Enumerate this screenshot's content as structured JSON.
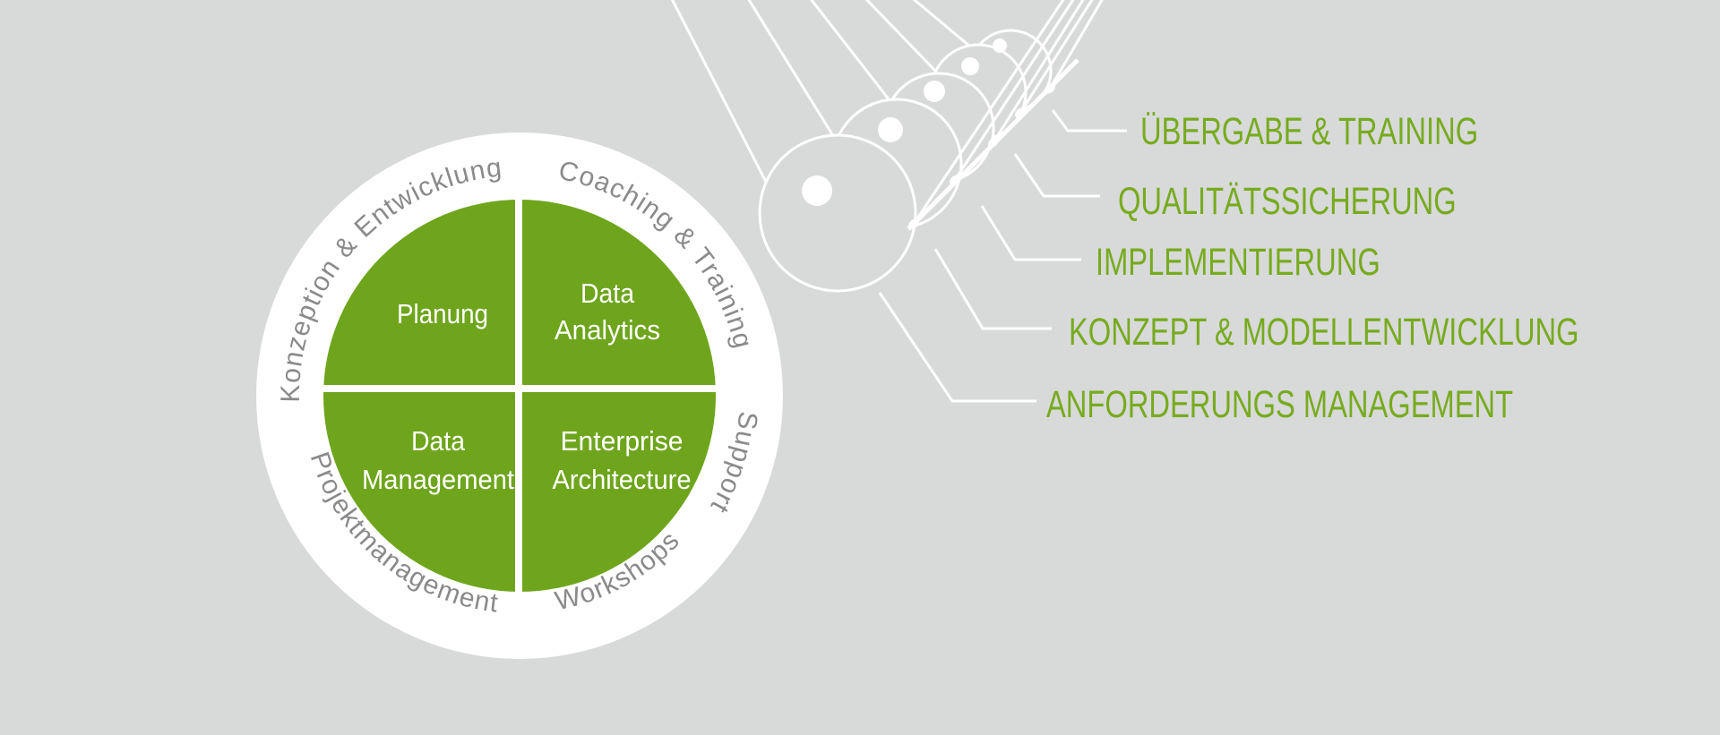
{
  "colors": {
    "bg": "#d8d9d9",
    "white": "#ffffff",
    "green_fill": "#6ea51d",
    "green_text": "#76ab1e",
    "gray_text": "#8a8a8a"
  },
  "wheel": {
    "quadrants": {
      "top_left": [
        "Planung"
      ],
      "top_right": [
        "Data",
        "Analytics"
      ],
      "bottom_left": [
        "Data",
        "Management"
      ],
      "bottom_right": [
        "Enterprise",
        "Architecture"
      ]
    },
    "ring": {
      "top_left": "Konzeption & Entwicklung",
      "top_right": "Coaching & Training",
      "right": "Support",
      "bottom_right": "Workshops",
      "bottom_left": "Projektmanagement"
    }
  },
  "process": {
    "labels": [
      "ÜBERGABE & TRAINING",
      "QUALITÄTSSICHERUNG",
      "IMPLEMENTIERUNG",
      "KONZEPT & MODELLENTWICKLUNG",
      "ANFORDERUNGS MANAGEMENT"
    ]
  }
}
